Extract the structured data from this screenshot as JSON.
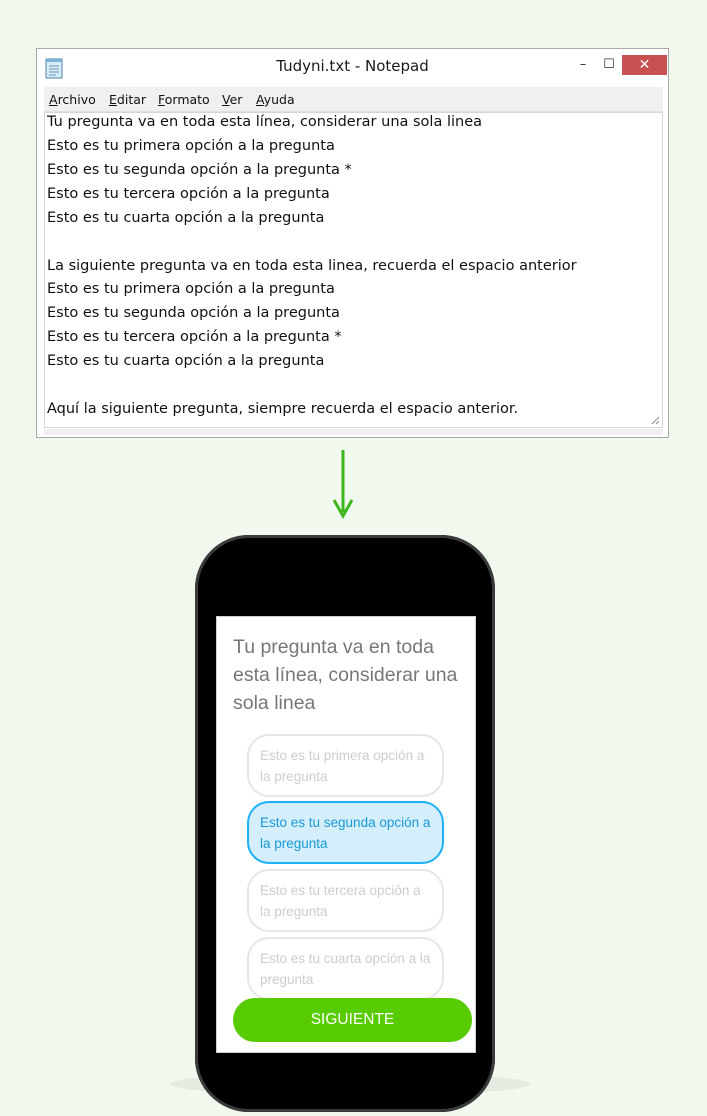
{
  "notepad": {
    "title": "Tudyni.txt - Notepad",
    "controls": {
      "minimize": "–",
      "maximize": "☐",
      "close": "✕"
    },
    "menu": [
      "Archivo",
      "Editar",
      "Formato",
      "Ver",
      "Ayuda"
    ],
    "lines": [
      "Tu pregunta va en toda esta línea, considerar una sola linea",
      "Esto es tu primera opción a la pregunta",
      "Esto es tu segunda opción a la pregunta *",
      "Esto es tu tercera opción a la pregunta",
      "Esto es tu cuarta opción a la pregunta",
      "",
      "La siguiente pregunta va en toda esta linea, recuerda el espacio anterior",
      "Esto es tu primera opción a la pregunta",
      "Esto es tu segunda opción a la pregunta",
      "Esto es tu tercera opción a la pregunta *",
      "Esto es tu cuarta opción a la pregunta",
      "",
      "Aquí la siguiente pregunta, siempre recuerda el espacio anterior."
    ]
  },
  "arrow_color": "#3cb81c",
  "phone": {
    "question": "Tu pregunta va en toda esta línea, considerar una sola linea",
    "options": [
      {
        "label": "Esto es tu primera opción a la pregunta",
        "selected": false
      },
      {
        "label": "Esto es tu segunda opción a la pregunta",
        "selected": true
      },
      {
        "label": "Esto es tu tercera opción a la pregunta",
        "selected": false
      },
      {
        "label": "Esto es tu cuarta opción a la pregunta",
        "selected": false
      }
    ],
    "next_button": "SIGUIENTE",
    "colors": {
      "primary": "#58cc02",
      "selected_bg": "#d5eefb",
      "selected_border": "#1cb0f6"
    }
  }
}
